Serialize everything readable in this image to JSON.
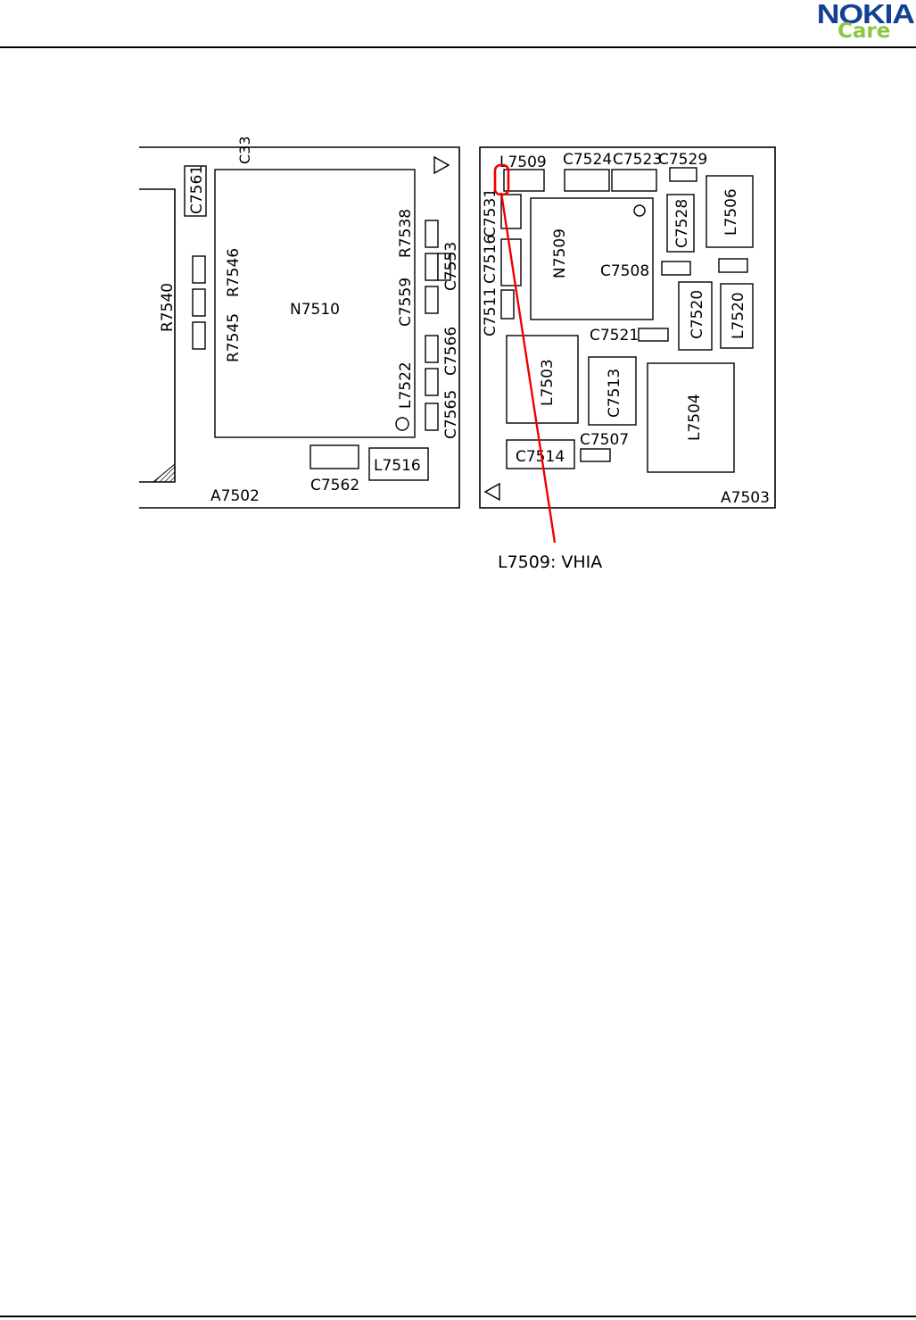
{
  "header": {
    "logo_brand": "NOKIA",
    "logo_sub": "Care",
    "brand_color": "#124191",
    "sub_color": "#8dc63f"
  },
  "figure": {
    "callout": "L7509: VHIA",
    "callout_color": "#ee0000",
    "left_board": {
      "name": "A7502",
      "labels": {
        "c7561": "C7561",
        "c33": "C33",
        "r7540": "R7540",
        "r7546": "R7546",
        "r7545": "R7545",
        "n7510": "N7510",
        "r7538": "R7538",
        "c7553": "C7553",
        "c7559": "C7559",
        "c7566": "C7566",
        "l7522": "L7522",
        "c7565": "C7565",
        "c7562": "C7562",
        "l7516": "L7516"
      }
    },
    "right_board": {
      "name": "A7503",
      "labels": {
        "l7509": "L7509",
        "c7524": "C7524",
        "c7523": "C7523",
        "c7529": "C7529",
        "c7531": "C7531",
        "c7516": "C7516",
        "c7511": "C7511",
        "n7509": "N7509",
        "c7508": "C7508",
        "c7528": "C7528",
        "l7506": "L7506",
        "c7520": "C7520",
        "l7520": "L7520",
        "c7521": "C7521",
        "l7503": "L7503",
        "c7513": "C7513",
        "l7504": "L7504",
        "c7507": "C7507",
        "c7514": "C7514"
      }
    }
  }
}
